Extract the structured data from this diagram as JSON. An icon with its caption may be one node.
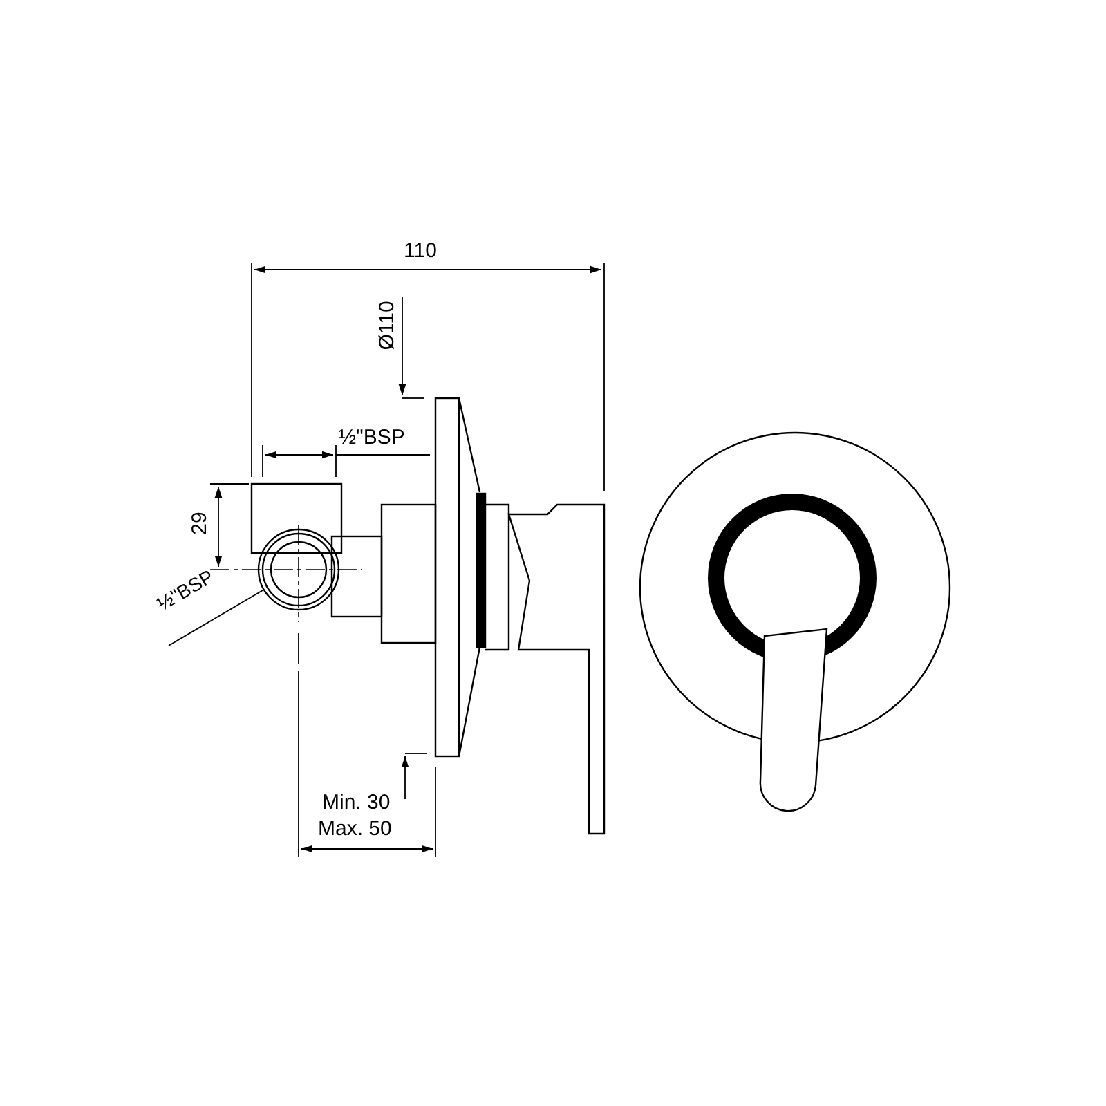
{
  "diagram": {
    "nodes": [
      {
        "text": [
          "½\"BSP"
        ]
      },
      {
        "text": [],
        "shape": "circle"
      }
    ],
    "edges": [
      {
        "from": 0,
        "to": 1,
        "arrow": "none"
      }
    ],
    "labels": [
      "110",
      "Ø110",
      "½\"BSP",
      "29",
      "Min. 30",
      "Max. 50"
    ]
  }
}
